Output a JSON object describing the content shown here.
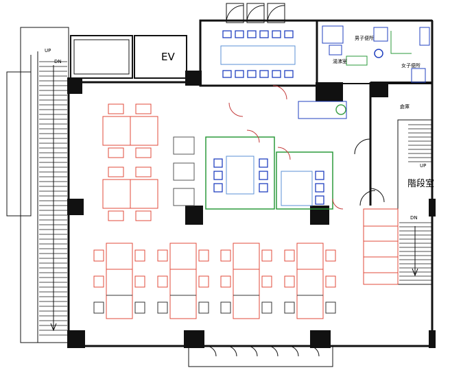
{
  "labels": {
    "ev": "EV",
    "stair_up_left": "UP",
    "stair_dn_left": "DN",
    "mens_toilet": "男子便所",
    "womens_toilet": "女子便所",
    "kettle_room": "湯沸室",
    "storage": "倉庫",
    "stair_up_right": "UP",
    "stair_dn_right": "DN",
    "stairwell": "階段室"
  },
  "colors": {
    "wall": "#111111",
    "meeting_blue": "#1f3fbf",
    "light_blue": "#5a8fd6",
    "work_red": "#e0483a",
    "service_green": "#2a9a3a",
    "door_red": "#c43a3a",
    "pantry_green": "#3fa24a",
    "neutral_gray": "#555555"
  }
}
